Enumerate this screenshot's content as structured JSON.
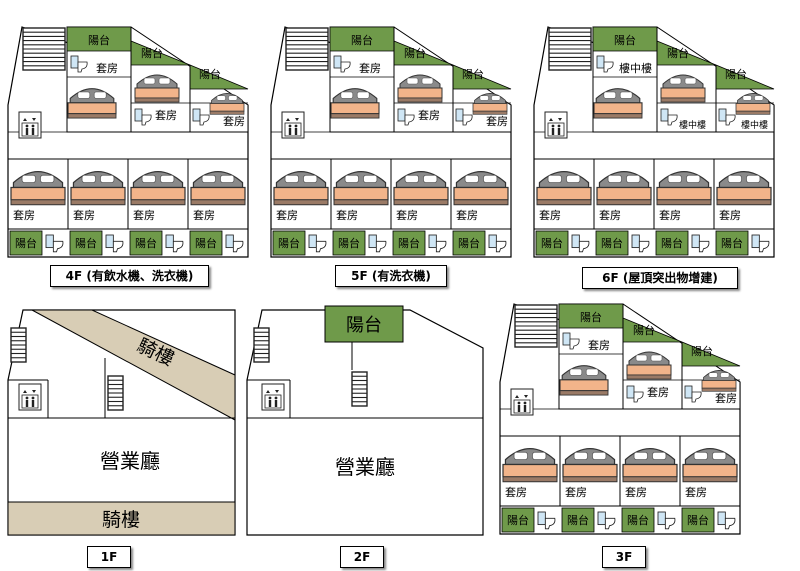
{
  "labels": {
    "balcony": "陽台",
    "suite": "套房",
    "mezzanine": "樓中樓",
    "mezzanine_short": "樓中樓",
    "lobby": "營業廳",
    "arcade": "騎樓"
  },
  "captions": {
    "f4": "4F (有飲水機、洗衣機)",
    "f5": "5F (有洗衣機)",
    "f6": "6F (屋頂突出物增建)",
    "f1": "1F",
    "f2": "2F",
    "f3": "3F"
  },
  "colors": {
    "balcony_green": "#6f9a4a",
    "arcade_tan": "#d8cdb5",
    "bed_orange": "#f2b48a",
    "headboard": "#8a8a8a",
    "toilet_blue": "#cfe6f5"
  },
  "icons": [
    "elevator-icon",
    "bed-icon",
    "toilet-icon",
    "stairs-icon"
  ]
}
